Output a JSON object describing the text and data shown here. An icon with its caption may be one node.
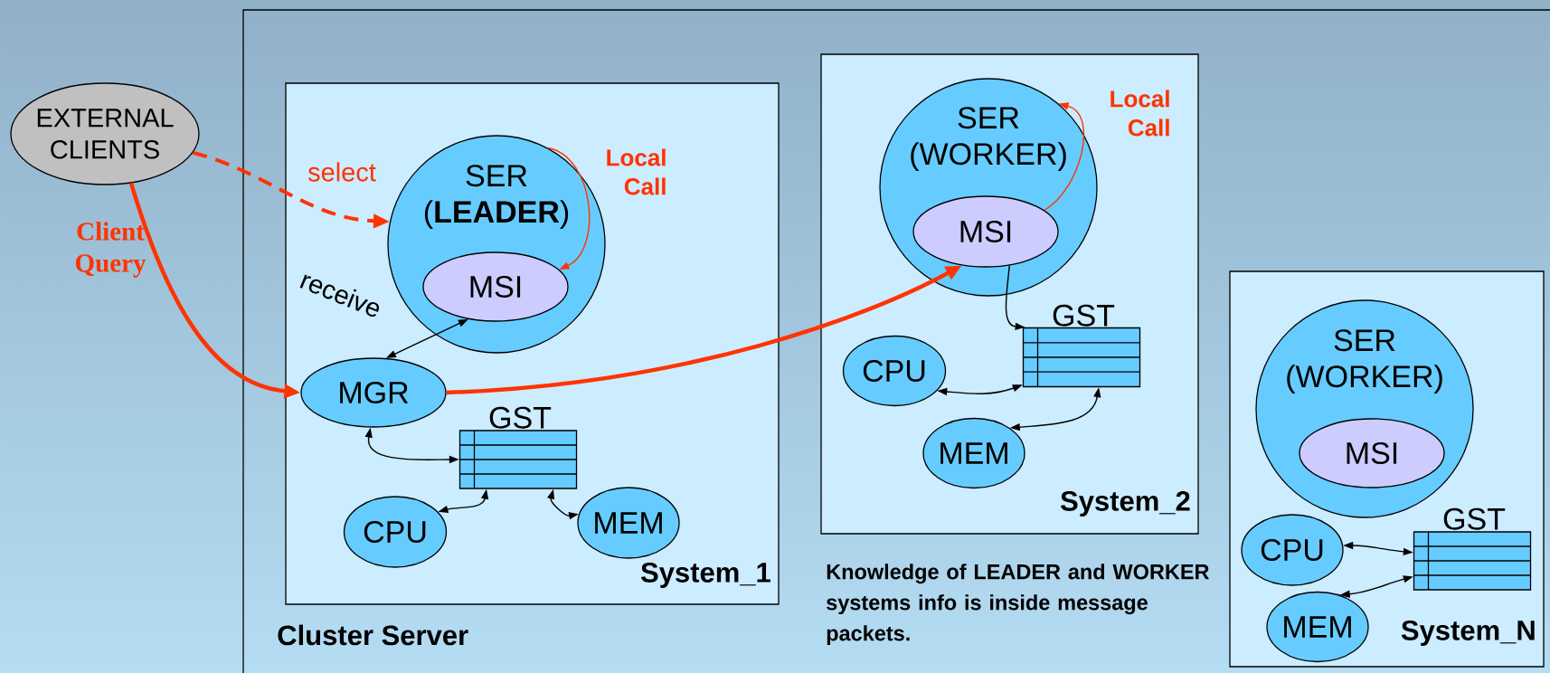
{
  "diagram": {
    "nodes": [
      {
        "text": [
          "EXTERNAL CLIENTS"
        ]
      },
      {
        "text": [
          "Cluster Server"
        ]
      },
      {
        "text": [
          "System_1"
        ],
        "in": 1
      },
      {
        "text": [
          "SER (**LEADER**)"
        ],
        "in": 2
      },
      {
        "text": [
          "MSI"
        ],
        "in": 3
      },
      {
        "text": [
          "MGR"
        ],
        "in": 2
      },
      {
        "text": [
          "GST"
        ],
        "in": 2
      },
      {
        "text": [
          "CPU"
        ],
        "in": 2
      },
      {
        "text": [
          "MEM"
        ],
        "in": 2
      },
      {
        "text": [
          "System_2"
        ],
        "in": 1
      },
      {
        "text": [
          "SER (WORKER)"
        ],
        "in": 9
      },
      {
        "text": [
          "MSI"
        ],
        "in": 10
      },
      {
        "text": [
          "GST"
        ],
        "in": 9
      },
      {
        "text": [
          "CPU"
        ],
        "in": 9
      },
      {
        "text": [
          "MEM"
        ],
        "in": 9
      },
      {
        "text": [
          "System_N"
        ],
        "in": 1
      },
      {
        "text": [
          "SER (WORKER)"
        ],
        "in": 15
      },
      {
        "text": [
          "MSI"
        ],
        "in": 16
      },
      {
        "text": [
          "GST"
        ],
        "in": 15
      },
      {
        "text": [
          "CPU"
        ],
        "in": 15
      },
      {
        "text": [
          "MEM"
        ],
        "in": 15
      }
    ],
    "edges": [
      {
        "from": 0,
        "to": 3,
        "arrow": "to",
        "label": "select",
        "style": "dashed",
        "color": "#ff3300"
      },
      {
        "from": 0,
        "to": 5,
        "arrow": "to",
        "label": "Client Query",
        "style": "thick",
        "color": "#ff3300"
      },
      {
        "from": 5,
        "to": 4,
        "arrow": "both"
      },
      {
        "from": 5,
        "to": 6,
        "arrow": "both"
      },
      {
        "from": 6,
        "to": 7,
        "arrow": "both"
      },
      {
        "from": 6,
        "to": 8,
        "arrow": "both"
      },
      {
        "from": 3,
        "to": 4,
        "arrow": "to",
        "label": "Local Call",
        "color": "#ff3300"
      },
      {
        "from": 5,
        "to": 11,
        "arrow": "to",
        "style": "thick",
        "color": "#ff3300"
      },
      {
        "from": 11,
        "to": 10,
        "arrow": "to",
        "label": "Local Call",
        "color": "#ff3300"
      },
      {
        "from": 11,
        "to": 12,
        "arrow": "to"
      },
      {
        "from": 12,
        "to": 13,
        "arrow": "both"
      },
      {
        "from": 12,
        "to": 14,
        "arrow": "both"
      },
      {
        "from": 18,
        "to": 19,
        "arrow": "both"
      },
      {
        "from": 18,
        "to": 20,
        "arrow": "both"
      }
    ],
    "labels": [
      "receive",
      "Knowledge of LEADER and WORKER systems info is inside message packets."
    ]
  }
}
